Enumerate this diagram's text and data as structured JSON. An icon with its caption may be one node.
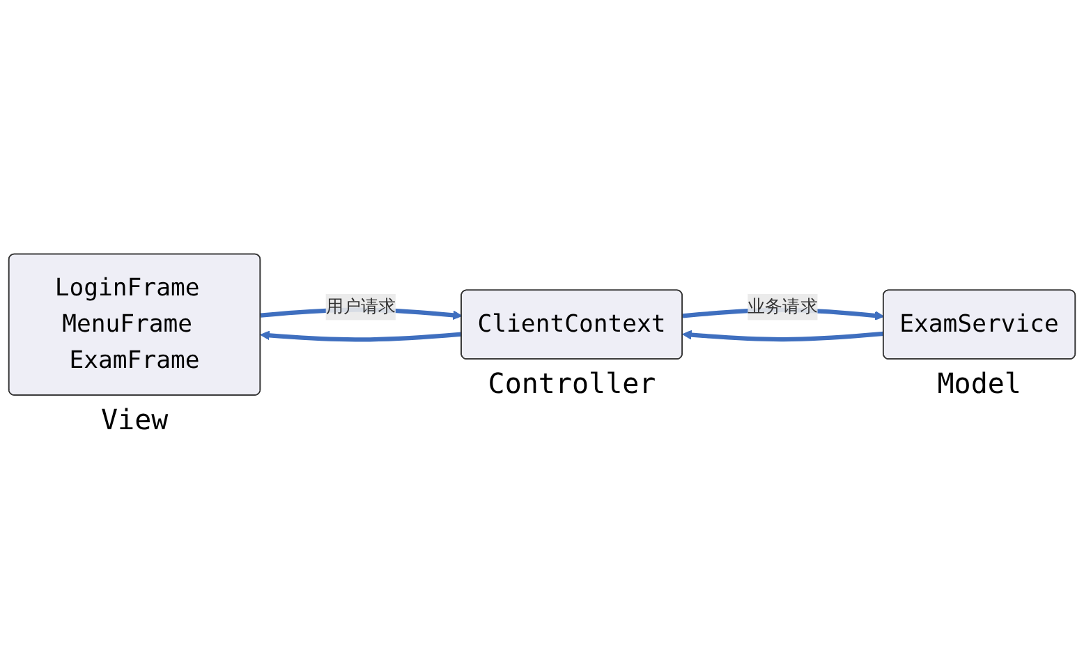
{
  "diagram": {
    "nodes": [
      {
        "text": [
          "LoginFrame MenuFrame ExamFrame"
        ],
        "beside": [
          "View"
        ]
      },
      {
        "text": [
          "ClientContext"
        ],
        "beside": [
          "Controller"
        ]
      },
      {
        "text": [
          "ExamService"
        ],
        "beside": [
          "Model"
        ]
      }
    ],
    "edges": [
      {
        "from": 0,
        "to": 1,
        "arrow": "to",
        "label": "用户请求"
      },
      {
        "from": 1,
        "to": 0,
        "arrow": "to"
      },
      {
        "from": 1,
        "to": 2,
        "arrow": "to",
        "label": "业务请求"
      },
      {
        "from": 2,
        "to": 1,
        "arrow": "to"
      }
    ]
  }
}
